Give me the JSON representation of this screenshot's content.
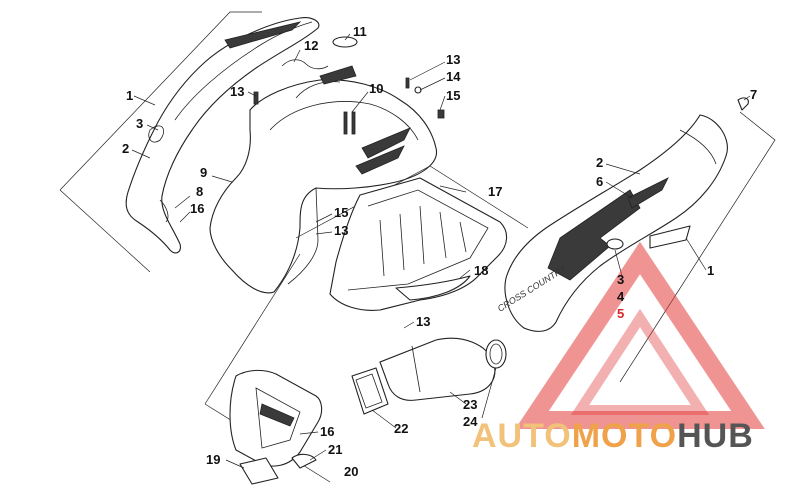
{
  "diagram": {
    "callouts": [
      {
        "id": "c1a",
        "text": "1"
      },
      {
        "id": "c2a",
        "text": "2"
      },
      {
        "id": "c3a",
        "text": "3"
      },
      {
        "id": "c8",
        "text": "8"
      },
      {
        "id": "c16a",
        "text": "16"
      },
      {
        "id": "c9",
        "text": "9"
      },
      {
        "id": "c11",
        "text": "11"
      },
      {
        "id": "c12",
        "text": "12"
      },
      {
        "id": "c13a",
        "text": "13"
      },
      {
        "id": "c10",
        "text": "10"
      },
      {
        "id": "c13b",
        "text": "13"
      },
      {
        "id": "c14",
        "text": "14"
      },
      {
        "id": "c15a",
        "text": "15"
      },
      {
        "id": "c7",
        "text": "7"
      },
      {
        "id": "c2b",
        "text": "2"
      },
      {
        "id": "c6",
        "text": "6"
      },
      {
        "id": "c1b",
        "text": "1"
      },
      {
        "id": "c3b",
        "text": "3"
      },
      {
        "id": "c4",
        "text": "4"
      },
      {
        "id": "c5",
        "text": "5"
      },
      {
        "id": "c17",
        "text": "17"
      },
      {
        "id": "c15b",
        "text": "15"
      },
      {
        "id": "c13c",
        "text": "13"
      },
      {
        "id": "c18",
        "text": "18"
      },
      {
        "id": "c13d",
        "text": "13"
      },
      {
        "id": "c22",
        "text": "22"
      },
      {
        "id": "c23",
        "text": "23"
      },
      {
        "id": "c24",
        "text": "24"
      },
      {
        "id": "c16b",
        "text": "16"
      },
      {
        "id": "c21",
        "text": "21"
      },
      {
        "id": "c19",
        "text": "19"
      },
      {
        "id": "c20",
        "text": "20"
      }
    ],
    "decal_text": "CROSS COUNTRY"
  },
  "watermark": {
    "part1": "AUTO",
    "part2": "MOTO",
    "part3": "HUB",
    "colors": {
      "auto": "#f3c27a",
      "moto": "#f0a24a",
      "hub": "#555555",
      "triangle": "#e23a3a"
    }
  }
}
